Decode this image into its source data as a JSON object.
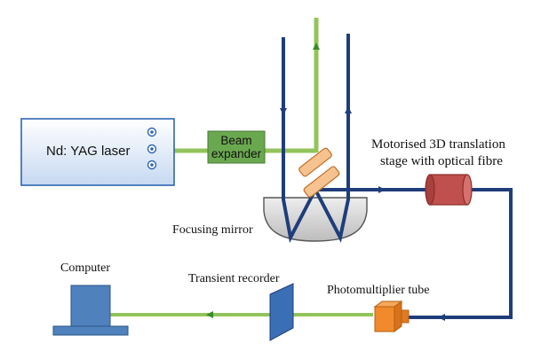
{
  "labels": {
    "laser": "Nd: YAG laser",
    "beam_expander_line1": "Beam",
    "beam_expander_line2": "expander",
    "stage_line1": "Motorised 3D translation",
    "stage_line2": "stage with optical fibre",
    "focusing_mirror": "Focusing mirror",
    "computer": "Computer",
    "transient_recorder": "Transient recorder",
    "photomultiplier": "Photomultiplier tube"
  },
  "colors": {
    "laser_beam": "#92c45b",
    "signal_path": "#1f3d7a",
    "laser_body_fill": "#dbe8f7",
    "laser_body_stroke": "#2f66b0",
    "beam_expander_fill": "#6aa84f",
    "fibre_mount_fill": "#c0504d",
    "photomultiplier_fill": "#f08a2c",
    "computer_fill": "#4f81bd",
    "recorder_fill": "#3a6fb5",
    "mirror_fill": "#f6c28f"
  },
  "icons": {
    "laser_knobs": "circle-knob-icon",
    "arrows": "arrowhead-icon"
  }
}
